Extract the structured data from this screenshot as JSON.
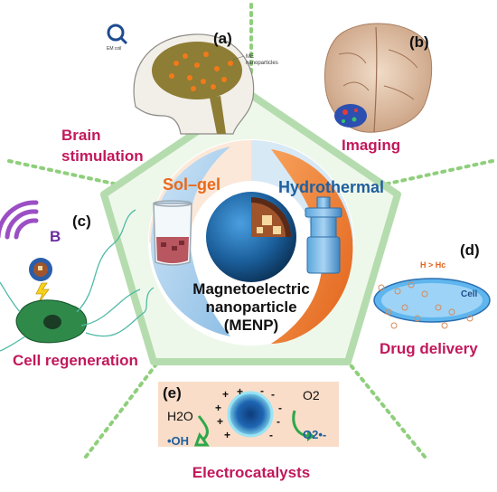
{
  "center": {
    "line1": "Magnetoelectric",
    "line2": "nanoparticle",
    "line3": "(MENP)",
    "method_left": "Sol–gel",
    "method_right": "Hydrothermal"
  },
  "panels": {
    "a": {
      "letter": "(a)",
      "title_line1": "Brain",
      "title_line2": "stimulation",
      "small_label_coil": "EM coil",
      "small_label_me1": "ME",
      "small_label_me2": "nanoparticles"
    },
    "b": {
      "letter": "(b)",
      "title": "Imaging"
    },
    "c": {
      "letter": "(c)",
      "title": "Cell regeneration",
      "field_label": "B"
    },
    "d": {
      "letter": "(d)",
      "title": "Drug delivery",
      "cell_label": "Cell",
      "heat_label": "H > Hc"
    },
    "e": {
      "letter": "(e)",
      "title": "Electrocatalysts",
      "left_reactant": "H2O",
      "left_product": "•OH",
      "right_reactant": "O2",
      "right_product": "O2•-"
    }
  },
  "colors": {
    "title_magenta": "#c2185b",
    "sol_gel_orange": "#e86a1c",
    "hydrothermal_blue": "#1f5f9e",
    "pentagon_green": "#b5dcae",
    "connector_dots": "#8fcf7c"
  }
}
